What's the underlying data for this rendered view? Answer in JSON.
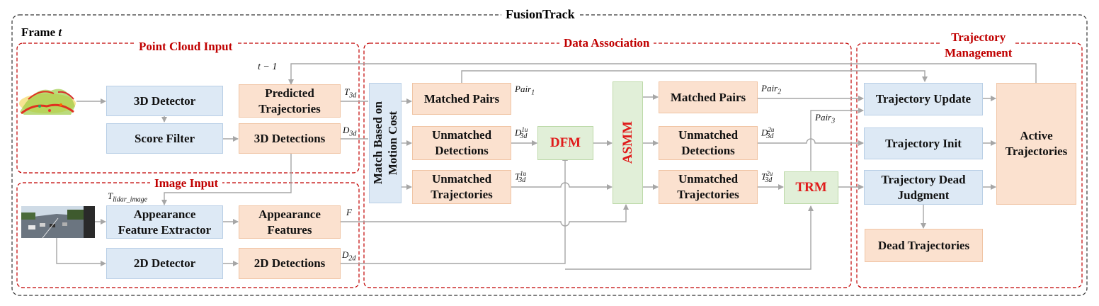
{
  "diagram": {
    "title": "FusionTrack",
    "frame_label": "Frame t",
    "time_label": "t − 1",
    "sections": {
      "point_cloud": "Point Cloud Input",
      "image": "Image Input",
      "association": "Data Association",
      "trajectory": "Trajectory\nManagement"
    },
    "boxes": {
      "detector3d": "3D Detector",
      "score_filter": "Score Filter",
      "predicted": "Predicted\nTrajectories",
      "detections3d": "3D Detections",
      "app_extractor": "Appearance\nFeature Extractor",
      "app_features": "Appearance\nFeatures",
      "detector2d": "2D Detector",
      "detections2d": "2D Detections",
      "motion_match": "Match Based on\nMotion Cost",
      "matched1": "Matched Pairs",
      "unmatched_det1": "Unmatched\nDetections",
      "unmatched_traj1": "Unmatched\nTrajectories",
      "dfm": "DFM",
      "asmm": "ASMM",
      "matched2": "Matched Pairs",
      "unmatched_det2": "Unmatched\nDetections",
      "unmatched_traj2": "Unmatched\nTrajectories",
      "trm": "TRM",
      "traj_update": "Trajectory Update",
      "traj_init": "Trajectory Init",
      "traj_dead": "Trajectory Dead\nJudgment",
      "dead_traj": "Dead Trajectories",
      "active_traj": "Active\nTrajectories"
    },
    "labels": {
      "t3d": "T3d",
      "d3d": "D3d",
      "t_lidar": "Tlidar_image",
      "f": "F",
      "d2d": "D2d",
      "pair1": "Pair1",
      "pair2": "Pair2",
      "pair3": "Pair3",
      "d3d_1u": "D3d 1u",
      "t3d_1u": "T3d 1u",
      "d3d_2u": "D3d 2u",
      "t3d_2u": "T3d 2u"
    },
    "colors": {
      "process_blue": "#dde9f5",
      "data_orange": "#fbe1cf",
      "module_green": "#e1efd8",
      "section_red": "#c00000",
      "module_text_red": "#e01b1b",
      "arrow_gray": "#a6a6a6"
    }
  }
}
